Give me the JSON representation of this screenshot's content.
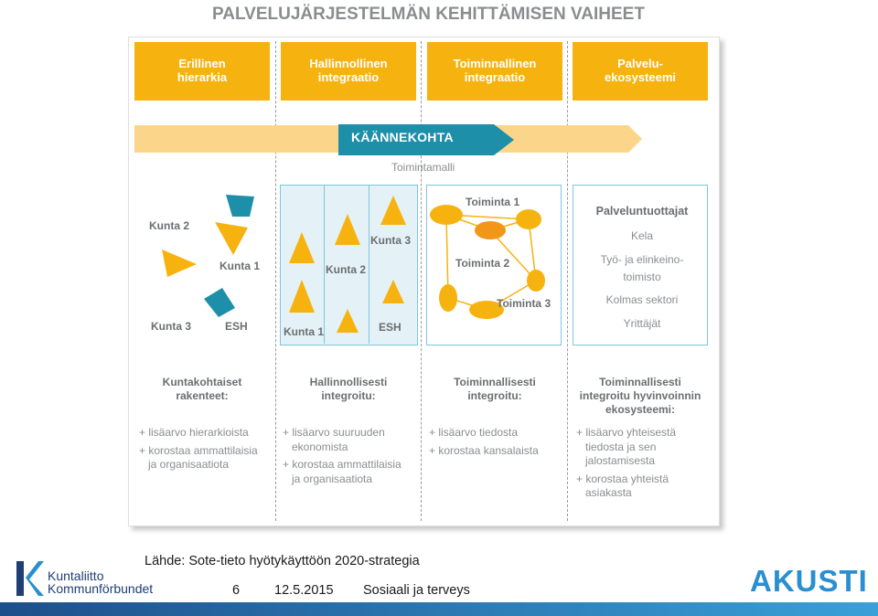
{
  "title": "PALVELUJÄRJESTELMÄN KEHITTÄMISEN VAIHEET",
  "phases": [
    {
      "line1": "Erillinen",
      "line2": "hierarkia"
    },
    {
      "line1": "Hallinnollinen",
      "line2": "integraatio"
    },
    {
      "line1": "Toiminnallinen",
      "line2": "integraatio"
    },
    {
      "line1": "Palvelu-",
      "line2": "ekosysteemi"
    }
  ],
  "turning_point": "KÄÄNNEKOHTA",
  "operating_model": "Toimintamalli",
  "col1": {
    "kunta2": "Kunta 2",
    "kunta1": "Kunta 1",
    "kunta3": "Kunta 3",
    "esh": "ESH"
  },
  "col2": {
    "kunta3": "Kunta 3",
    "kunta2": "Kunta 2",
    "kunta1": "Kunta 1",
    "esh": "ESH"
  },
  "col3": {
    "t1": "Toiminta 1",
    "t2": "Toiminta 2",
    "t3": "Toiminta 3"
  },
  "col4": {
    "title": "Palveluntuottajat",
    "items": [
      "Kela",
      "Työ- ja elinkeino-",
      "toimisto",
      "Kolmas sektori",
      "Yrittäjät"
    ]
  },
  "descriptions": [
    {
      "line1": "Kuntakohtaiset",
      "line2": "rakenteet:",
      "line3": ""
    },
    {
      "line1": "Hallinnollisesti",
      "line2": "integroitu:",
      "line3": ""
    },
    {
      "line1": "Toiminnallisesti",
      "line2": "integroitu:",
      "line3": ""
    },
    {
      "line1": "Toiminnallisesti",
      "line2": "integroitu hyvinvoinnin",
      "line3": "ekosysteemi:"
    }
  ],
  "benefits": {
    "c1": [
      "+ lisäarvo hierarkioista",
      "+ korostaa ammattilaisia",
      "   ja organisaatiota"
    ],
    "c2": [
      "+ lisäarvo suuruuden",
      "   ekonomista",
      "+ korostaa ammattilaisia",
      "   ja organisaatiota"
    ],
    "c3": [
      "+ lisäarvo tiedosta",
      "+ korostaa kansalaista"
    ],
    "c4": [
      "+ lisäarvo yhteisestä",
      "   tiedosta ja sen",
      "   jalostamisesta",
      "+ korostaa yhteistä",
      "   asiakasta"
    ]
  },
  "source": "Lähde: Sote-tieto hyötykäyttöön 2020-strategia",
  "footer": {
    "page": "6",
    "date": "12.5.2015",
    "topic": "Sosiaali ja terveys"
  },
  "logo": {
    "line1": "Kuntaliitto",
    "line2": "Kommunförbundet"
  },
  "brand": "AKUSTI",
  "colors": {
    "orange": "#f6b310",
    "teal": "#1e8fa8",
    "light_orange": "#fbd68a",
    "accent_blue": "#2a8fd0"
  }
}
